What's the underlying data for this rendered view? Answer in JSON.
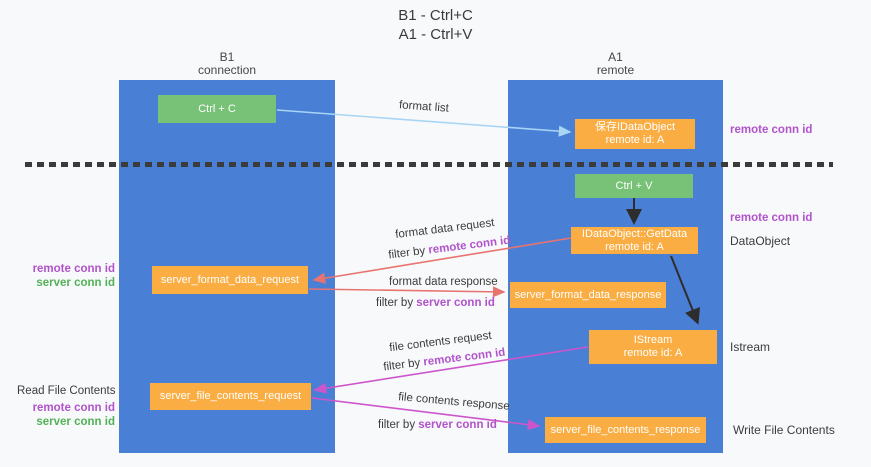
{
  "title": {
    "line1": "B1 - Ctrl+C",
    "line2": "A1 - Ctrl+V"
  },
  "columns": {
    "b1": {
      "name": "B1",
      "subtitle": "connection"
    },
    "a1": {
      "name": "A1",
      "subtitle": "remote"
    }
  },
  "boxes": {
    "ctrl_c": "Ctrl + C",
    "ctrl_v": "Ctrl + V",
    "save_dataobject": {
      "line1": "保存IDataObject",
      "line2": "remote id: A"
    },
    "getdata": {
      "line1": "IDataObject::GetData",
      "line2": "remote id: A"
    },
    "istream": {
      "line1": "IStream",
      "line2": "remote id: A"
    },
    "format_request": "server_format_data_request",
    "format_response": "server_format_data_response",
    "file_request": "server_file_contents_request",
    "file_response": "server_file_contents_response"
  },
  "flow_labels": {
    "format_list": "format list",
    "format_data_request": "format data request",
    "format_data_response": "format data response",
    "file_contents_request": "file contents request",
    "file_contents_response": "file contents response",
    "filter_prefix": "filter by ",
    "remote_conn_id": "remote conn id",
    "server_conn_id": "server conn id"
  },
  "side_labels": {
    "remote_conn_id": "remote conn id",
    "server_conn_id": "server conn id",
    "read_file_contents": "Read File Contents",
    "write_file_contents": "Write File Contents",
    "dataobject": "DataObject",
    "istream": "Istream"
  },
  "colors": {
    "column_blue": "#4a7fd6",
    "box_orange": "#f9ad42",
    "box_green": "#77c277",
    "label_purple": "#b153cb",
    "label_green": "#53b158",
    "arrow_red": "#e87470",
    "arrow_magenta": "#cc55cc",
    "arrow_light_blue": "#a9d5f5",
    "arrow_black": "#2d2d2d",
    "dash_line": "#3b3b3b"
  }
}
